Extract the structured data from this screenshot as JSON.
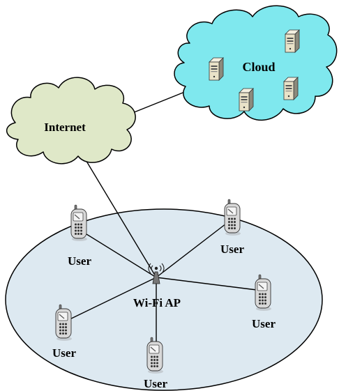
{
  "nodes": {
    "cloud": {
      "label": "Cloud",
      "fill": "#7fe8ee"
    },
    "internet": {
      "label": "Internet",
      "fill": "#dfe8c8"
    },
    "access_point": {
      "label": "Wi-Fi AP"
    },
    "coverage_area": {
      "fill": "#dde9f1"
    },
    "users": [
      {
        "label": "User"
      },
      {
        "label": "User"
      },
      {
        "label": "User"
      },
      {
        "label": "User"
      },
      {
        "label": "User"
      }
    ]
  },
  "links": [
    {
      "from": "internet",
      "to": "cloud"
    },
    {
      "from": "internet",
      "to": "access_point"
    },
    {
      "from": "access_point",
      "to": "users.0"
    },
    {
      "from": "access_point",
      "to": "users.1"
    },
    {
      "from": "access_point",
      "to": "users.2"
    },
    {
      "from": "access_point",
      "to": "users.3"
    },
    {
      "from": "access_point",
      "to": "users.4"
    }
  ]
}
